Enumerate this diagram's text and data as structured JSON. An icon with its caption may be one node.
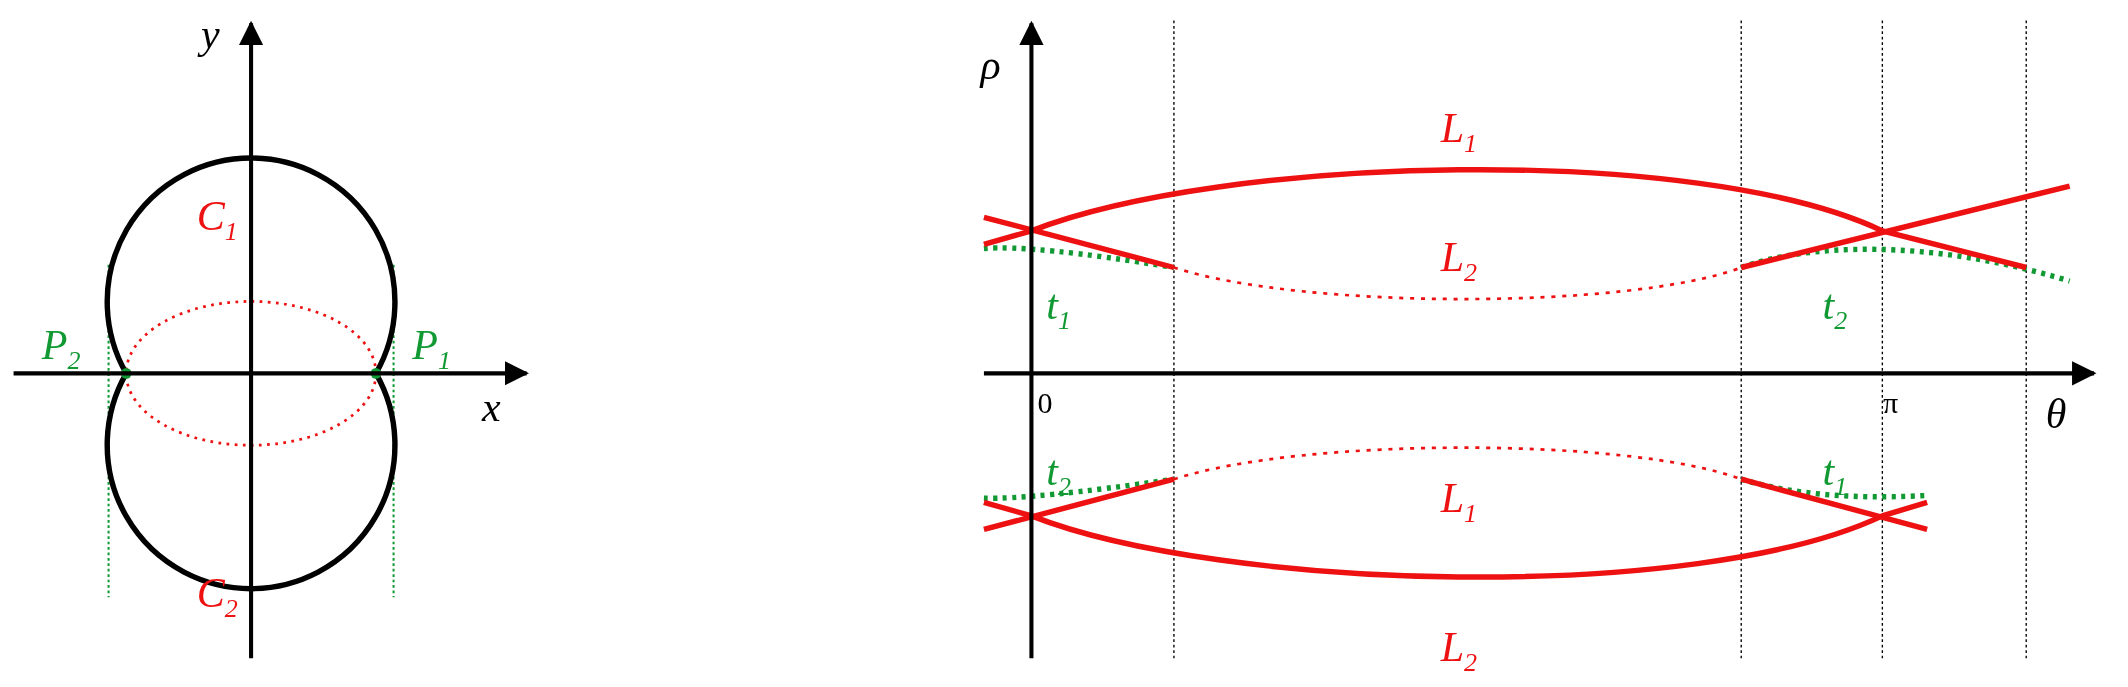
{
  "diagram": {
    "labels": [
      "y",
      "ρ",
      "L$_{1}$",
      "C$_{1}$",
      "L$_{2}$",
      "P$_{2}$",
      "P$_{1}$",
      "t$_{1}$",
      "t$_{2}$",
      "x",
      "0",
      "π",
      "θ",
      "t$_{2}$",
      "t$_{1}$",
      "L$_{1}$",
      "C$_{2}$",
      "L$_{2}$"
    ]
  }
}
